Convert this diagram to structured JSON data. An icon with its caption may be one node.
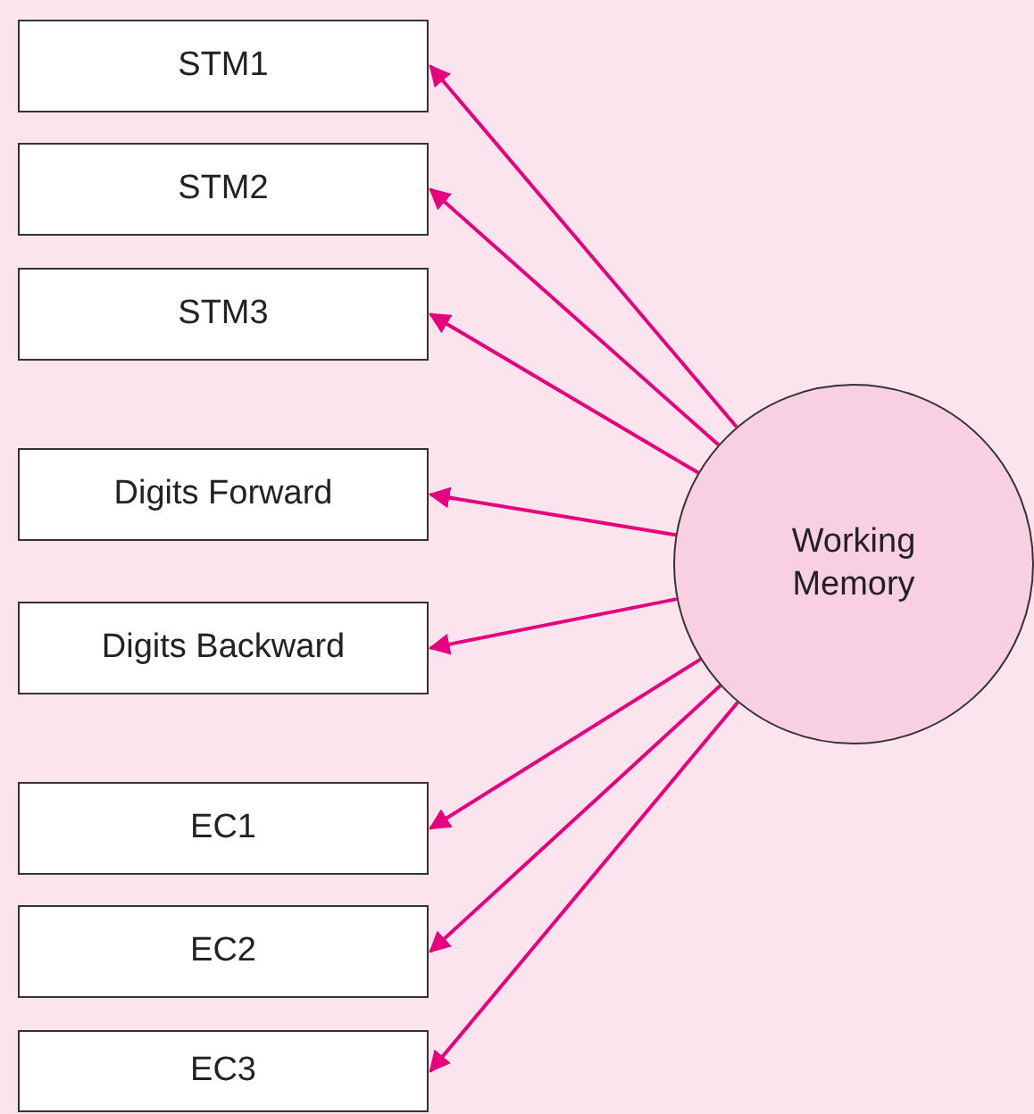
{
  "diagram": {
    "nodes": [
      {
        "text": [
          "STM1"
        ]
      },
      {
        "text": [
          "STM2"
        ]
      },
      {
        "text": [
          "STM3"
        ]
      },
      {
        "text": [
          "Digits Forward"
        ]
      },
      {
        "text": [
          "Digits Backward"
        ]
      },
      {
        "text": [
          "EC1"
        ]
      },
      {
        "text": [
          "EC2"
        ]
      },
      {
        "text": [
          "EC3"
        ]
      },
      {
        "text": [
          "Working Memory"
        ]
      }
    ],
    "edges": [
      {
        "from": 8,
        "to": 0,
        "arrow": "to"
      },
      {
        "from": 8,
        "to": 1,
        "arrow": "to"
      },
      {
        "from": 8,
        "to": 2,
        "arrow": "to"
      },
      {
        "from": 8,
        "to": 3,
        "arrow": "to"
      },
      {
        "from": 8,
        "to": 4,
        "arrow": "to"
      },
      {
        "from": 8,
        "to": 5,
        "arrow": "to"
      },
      {
        "from": 8,
        "to": 6,
        "arrow": "to"
      },
      {
        "from": 8,
        "to": 7,
        "arrow": "to"
      }
    ]
  }
}
